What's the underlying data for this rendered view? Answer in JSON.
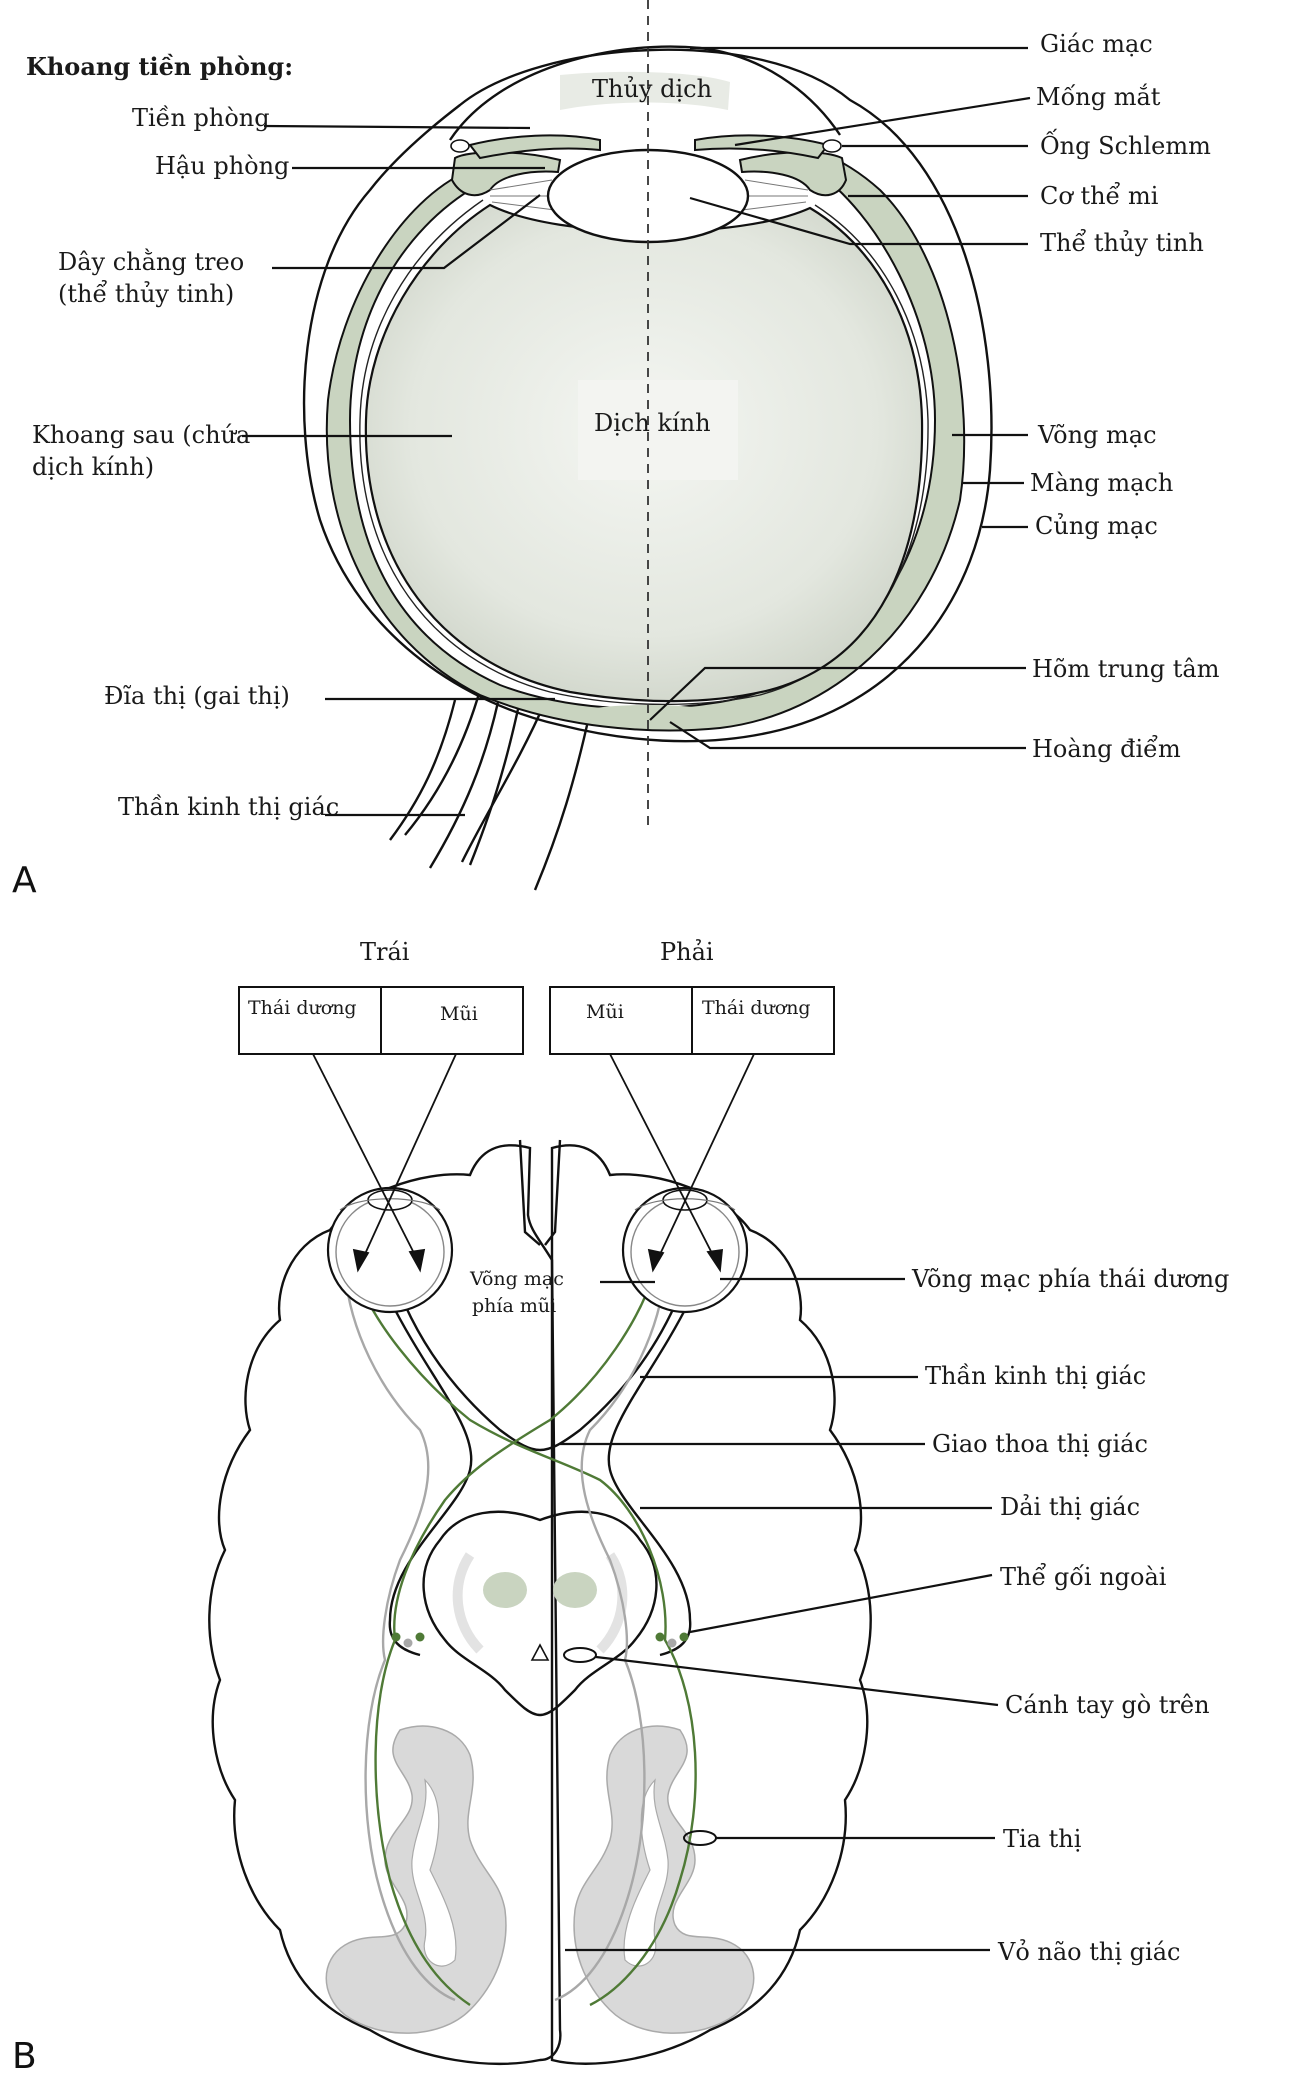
{
  "panels": {
    "a": "A",
    "b": "B"
  },
  "colors": {
    "vitreous": "#e2e6df",
    "choroid": "#c9d4c0",
    "green_pathway": "#4f7a36",
    "grey_pathway": "#a8a8a8",
    "grey_matter": "#d9d9d9"
  },
  "eye": {
    "heading": "Khoang tiền phòng:",
    "labels": {
      "anterior_chamber": "Tiền phòng",
      "posterior_chamber": "Hậu phòng",
      "zonule_1": "Dây chằng treo",
      "zonule_2": "(thể thủy tinh)",
      "posterior_cavity_1": "Khoang sau (chứa",
      "posterior_cavity_2": "dịch kính)",
      "optic_disc": "Đĩa thị (gai thị)",
      "optic_nerve": "Thần kinh thị giác",
      "aqueous": "Thủy dịch",
      "vitreous": "Dịch kính",
      "cornea": "Giác mạc",
      "iris": "Mống mắt",
      "schlemm": "Ống Schlemm",
      "ciliary": "Cơ thể mi",
      "lens": "Thể thủy tinh",
      "retina": "Võng mạc",
      "choroid": "Màng mạch",
      "sclera": "Củng mạc",
      "fovea": "Hõm trung tâm",
      "macula": "Hoàng điểm"
    }
  },
  "visual": {
    "left_title": "Trái",
    "right_title": "Phải",
    "left_field": {
      "temporal": "Thái dương",
      "nasal": "Mũi"
    },
    "right_field": {
      "nasal": "Mũi",
      "temporal": "Thái dương"
    },
    "nasal_retina_1": "Võng mạc",
    "nasal_retina_2": "phía mũi",
    "labels": {
      "temporal_retina": "Võng mạc phía thái dương",
      "optic_nerve": "Thần kinh thị giác",
      "chiasm": "Giao thoa thị giác",
      "tract": "Dải thị giác",
      "lgn": "Thể gối ngoài",
      "brachium": "Cánh tay gò trên",
      "radiation": "Tia thị",
      "cortex": "Vỏ não thị giác"
    }
  }
}
